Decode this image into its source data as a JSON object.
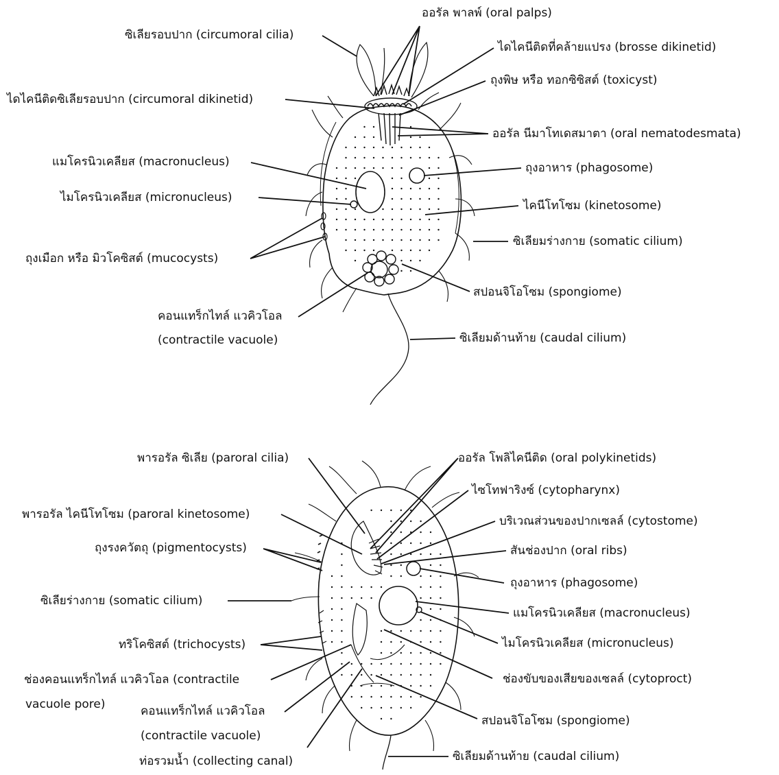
{
  "colors": {
    "ink": "#111111",
    "background": "#ffffff",
    "stipple": "#9a9a9a"
  },
  "top_diagram": {
    "labels": {
      "oral_palps": "ออรัล พาลพ์ (oral palps)",
      "circumoral_cilia": "ซิเลียรอบปาก (circumoral cilia)",
      "brosse_dikinetid": "ไดไคนีติดที่คล้ายแปรง (brosse dikinetid)",
      "toxicyst": "ถุงพิษ หรือ ทอกซิซิสต์ (toxicyst)",
      "circumoral_dikinetid": "ไดไคนีติดซิเลียรอบปาก (circumoral dikinetid)",
      "oral_nematodesmata": "ออรัล นีมาโทเดสมาตา (oral nematodesmata)",
      "macronucleus": "แมโครนิวเคลียส (macronucleus)",
      "phagosome": "ถุงอาหาร (phagosome)",
      "micronucleus": "ไมโครนิวเคลียส (micronucleus)",
      "kinetosome": "ไคนีโทโซม (kinetosome)",
      "somatic_cilium": "ซิเลียมร่างกาย (somatic cilium)",
      "mucocysts": "ถุงเมือก หรือ มิวโคซิสต์ (mucocysts)",
      "spongiome": "สปอนจิโอโซม (spongiome)",
      "contractile_vacuole_1": "คอนแทร็กไทล์ แวคิวโอล",
      "contractile_vacuole_2": "(contractile vacuole)",
      "caudal_cilium": "ซิเลียมด้านท้าย (caudal cilium)"
    }
  },
  "bottom_diagram": {
    "labels": {
      "paroral_cilia": "พารอรัล ซิเลีย (paroral cilia)",
      "oral_polykinetids": "ออรัล โพลิไคนีติด (oral polykinetids)",
      "cytopharynx": "ไซโทฟาริงซ์ (cytopharynx)",
      "paroral_kinetosome": "พารอรัล ไคนีโทโซม (paroral kinetosome)",
      "cytostome": "บริเวณส่วนของปากเซลล์ (cytostome)",
      "pigmentocysts": "ถุงรงควัตถุ (pigmentocysts)",
      "oral_ribs": "สันช่องปาก (oral ribs)",
      "phagosome": "ถุงอาหาร (phagosome)",
      "somatic_cilium": "ซิเลียร่างกาย (somatic cilium)",
      "macronucleus": "แมโครนิวเคลียส (macronucleus)",
      "trichocysts": "ทริโคซิสต์ (trichocysts)",
      "micronucleus": "ไมโครนิวเคลียส (micronucleus)",
      "cv_pore_1": "ช่องคอนแทร็กไทล์ แวคิวโอล (contractile",
      "cv_pore_2": "vacuole pore)",
      "contractile_vacuole_1": "คอนแทร็กไทล์ แวคิวโอล",
      "contractile_vacuole_2": "(contractile vacuole)",
      "cytoproct": "ช่องขับของเสียของเซลล์ (cytoproct)",
      "spongiome": "สปอนจิโอโซม (spongiome)",
      "collecting_canal": "ท่อรวมน้ำ (collecting canal)",
      "caudal_cilium": "ซิเลียมด้านท้าย (caudal cilium)"
    }
  }
}
